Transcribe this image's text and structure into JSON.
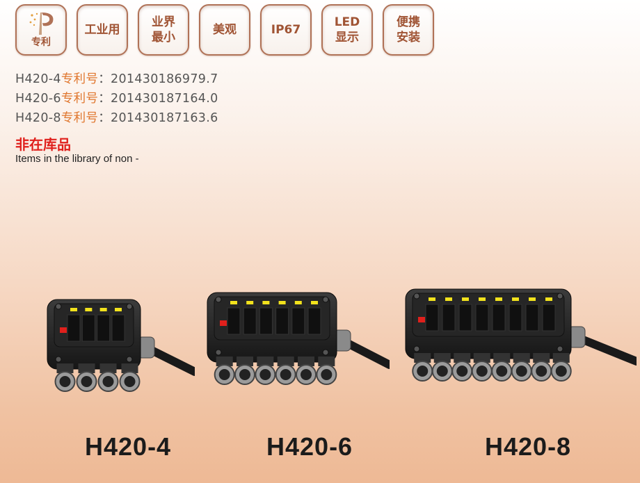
{
  "badges": [
    {
      "name": "badge-patent",
      "label": "专利",
      "icon": "patent-logo-icon"
    },
    {
      "name": "badge-industrial",
      "label": "工业用"
    },
    {
      "name": "badge-smallest",
      "label": "业界\n最小"
    },
    {
      "name": "badge-beautiful",
      "label": "美观"
    },
    {
      "name": "badge-ip67",
      "label": "IP67"
    },
    {
      "name": "badge-led",
      "label": "LED\n显示"
    },
    {
      "name": "badge-install",
      "label": "便携\n安装"
    }
  ],
  "patents": [
    {
      "model": "H420-4",
      "kw": "专利号",
      "sep": "：",
      "num": "201430186979.7"
    },
    {
      "model": "H420-6",
      "kw": "专利号",
      "sep": "：",
      "num": "201430187164.0"
    },
    {
      "model": "H420-8",
      "kw": "专利号",
      "sep": "：",
      "num": "201430187163.6"
    }
  ],
  "stock": {
    "title": "非在库品",
    "subtitle": "Items in the library of non -"
  },
  "products": [
    {
      "model": "H420-4",
      "ports": 4,
      "leds": 4
    },
    {
      "model": "H420-6",
      "ports": 6,
      "leds": 6
    },
    {
      "model": "H420-8",
      "ports": 8,
      "leds": 8
    }
  ],
  "colors": {
    "badge_border": "#b07257",
    "badge_text": "#a05434",
    "patent_kw": "#e0762d",
    "stock_red": "#e0201c",
    "led_yellow": "#f2e21c",
    "led_red": "#e0201c"
  }
}
